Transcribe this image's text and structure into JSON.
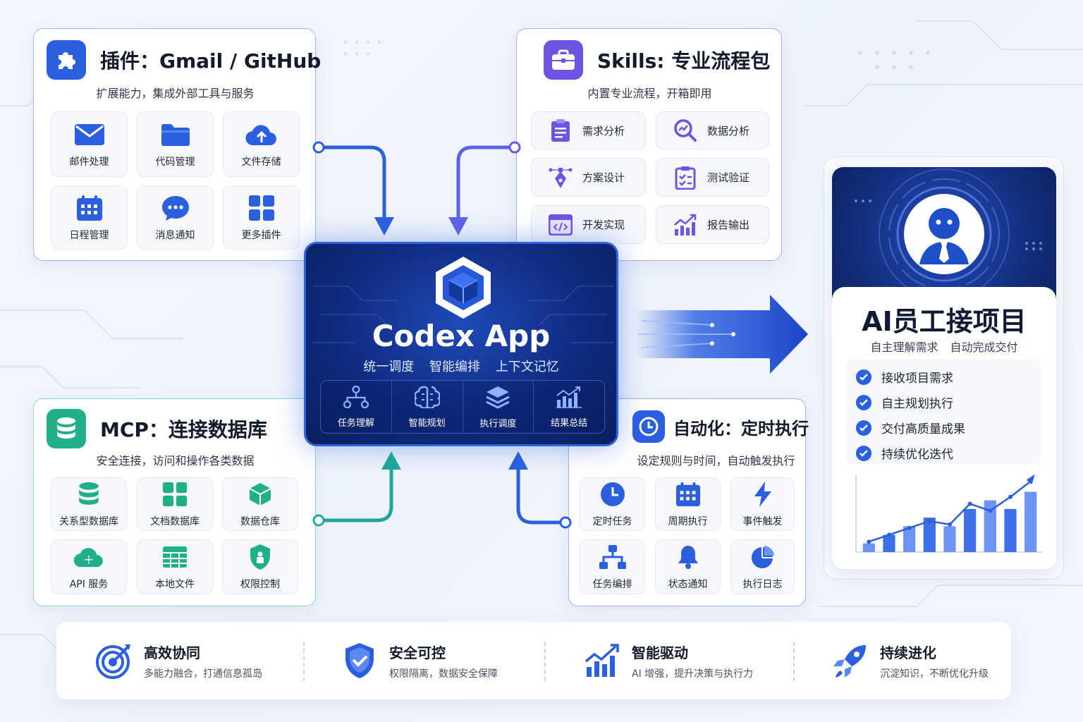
{
  "colors": {
    "blue": "#2a5fe0",
    "purple": "#6f54e3",
    "green": "#1fb08a",
    "navy": "#0f2b7f"
  },
  "plugins": {
    "title": "插件：Gmail / GitHub",
    "subtitle": "扩展能力，集成外部工具与服务",
    "icon": "puzzle-icon",
    "tiles": [
      {
        "label": "邮件处理",
        "icon": "mail-icon"
      },
      {
        "label": "代码管理",
        "icon": "folder-icon"
      },
      {
        "label": "文件存储",
        "icon": "cloud-upload-icon"
      },
      {
        "label": "日程管理",
        "icon": "calendar-icon"
      },
      {
        "label": "消息通知",
        "icon": "chat-icon"
      },
      {
        "label": "更多插件",
        "icon": "grid-icon"
      }
    ]
  },
  "skills": {
    "title": "Skills: 专业流程包",
    "subtitle": "内置专业流程，开箱即用",
    "icon": "briefcase-icon",
    "items": [
      {
        "label": "需求分析",
        "icon": "clipboard-icon"
      },
      {
        "label": "数据分析",
        "icon": "magnifier-chart-icon"
      },
      {
        "label": "方案设计",
        "icon": "pen-tool-icon"
      },
      {
        "label": "测试验证",
        "icon": "checklist-icon"
      },
      {
        "label": "开发实现",
        "icon": "code-window-icon"
      },
      {
        "label": "报告输出",
        "icon": "bar-trend-icon"
      }
    ]
  },
  "codex": {
    "title": "Codex App",
    "subtitle": [
      "统一调度",
      "智能编排",
      "上下文记忆"
    ],
    "icon": "cube-icon",
    "features": [
      {
        "label": "任务理解",
        "icon": "hierarchy-icon"
      },
      {
        "label": "智能规划",
        "icon": "brain-icon"
      },
      {
        "label": "执行调度",
        "icon": "layers-icon"
      },
      {
        "label": "结果总结",
        "icon": "bar-chart-icon"
      }
    ]
  },
  "mcp": {
    "title": "MCP：连接数据库",
    "subtitle": "安全连接，访问和操作各类数据",
    "icon": "database-icon",
    "tiles": [
      {
        "label": "关系型数据库",
        "icon": "database-icon"
      },
      {
        "label": "文档数据库",
        "icon": "grid-icon"
      },
      {
        "label": "数据仓库",
        "icon": "cube-icon"
      },
      {
        "label": "API 服务",
        "icon": "cloud-icon"
      },
      {
        "label": "本地文件",
        "icon": "table-icon"
      },
      {
        "label": "权限控制",
        "icon": "shield-lock-icon"
      }
    ]
  },
  "automation": {
    "title": "自动化：定时执行",
    "subtitle": "设定规则与时间，自动触发执行",
    "icon": "clock-icon",
    "tiles": [
      {
        "label": "定时任务",
        "icon": "clock-icon"
      },
      {
        "label": "周期执行",
        "icon": "calendar-icon"
      },
      {
        "label": "事件触发",
        "icon": "lightning-icon"
      },
      {
        "label": "任务编排",
        "icon": "hierarchy-icon"
      },
      {
        "label": "状态通知",
        "icon": "bell-icon"
      },
      {
        "label": "执行日志",
        "icon": "pie-chart-icon"
      }
    ]
  },
  "ai": {
    "title": "AI员工接项目",
    "subtitle": [
      "自主理解需求",
      "自动完成交付"
    ],
    "icon": "avatar-icon",
    "items": [
      "接收项目需求",
      "自主规划执行",
      "交付高质量成果",
      "持续优化迭代"
    ],
    "chart_data": {
      "type": "bar",
      "values": [
        1,
        2,
        3,
        4,
        3,
        5,
        6,
        5,
        7
      ],
      "trend": [
        1.2,
        2,
        2.8,
        3.6,
        3.2,
        5.6,
        4.8,
        6.4,
        8.2
      ],
      "ylim": [
        0,
        9
      ]
    }
  },
  "footer": [
    {
      "title": "高效协同",
      "subtitle": "多能力融合，打通信息孤岛",
      "icon": "target-icon"
    },
    {
      "title": "安全可控",
      "subtitle": "权限隔离，数据安全保障",
      "icon": "shield-check-icon"
    },
    {
      "title": "智能驱动",
      "subtitle": "AI 增强，提升决策与执行力",
      "icon": "growth-chart-icon"
    },
    {
      "title": "持续进化",
      "subtitle": "沉淀知识，不断优化升级",
      "icon": "rocket-icon"
    }
  ]
}
